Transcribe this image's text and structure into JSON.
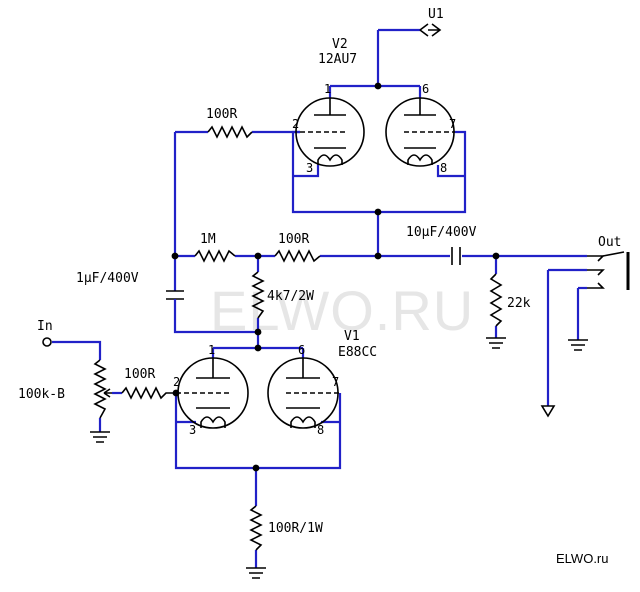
{
  "watermark": "ELWO.RU",
  "brand": "ELWO.ru",
  "labels": {
    "u1": "U1",
    "v2_name": "V2",
    "v2_type": "12AU7",
    "v1_name": "V1",
    "v1_type": "E88CC",
    "r_top_grid": "100R",
    "r_1m": "1M",
    "r_mid_100r": "100R",
    "c_out": "10µF/400V",
    "out": "Out",
    "c_1uf": "1µF/400V",
    "r_4k7": "4k7/2W",
    "r_22k": "22k",
    "in": "In",
    "pot": "100k-B",
    "r_in_100r": "100R",
    "r_cathode": "100R/1W"
  },
  "pins": {
    "v2_1": "1",
    "v2_2": "2",
    "v2_3": "3",
    "v2_6": "6",
    "v2_7": "7",
    "v2_8": "8",
    "v1_1": "1",
    "v1_2": "2",
    "v1_3": "3",
    "v1_6": "6",
    "v1_7": "7",
    "v1_8": "8"
  },
  "colors": {
    "wire": "#2121c8",
    "component": "#000000",
    "watermark": "#e6e6e6"
  }
}
